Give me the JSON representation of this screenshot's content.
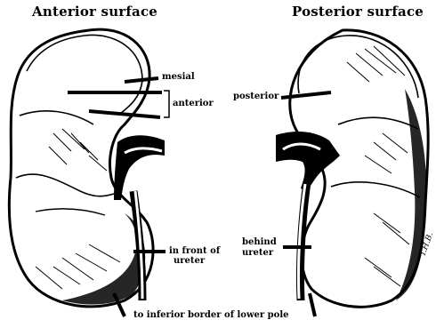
{
  "titles": {
    "left": "Anterior surface",
    "right": "Posterior surface"
  },
  "labels": {
    "mesial": "mesial",
    "anterior": "anterior",
    "in_front_of": "in front of",
    "ureter_left": "ureter",
    "posterior": "posterior",
    "behind": "behind",
    "ureter_right": "ureter",
    "inferior_border": "to inferior border of lower pole"
  },
  "signature": "T.H.B."
}
